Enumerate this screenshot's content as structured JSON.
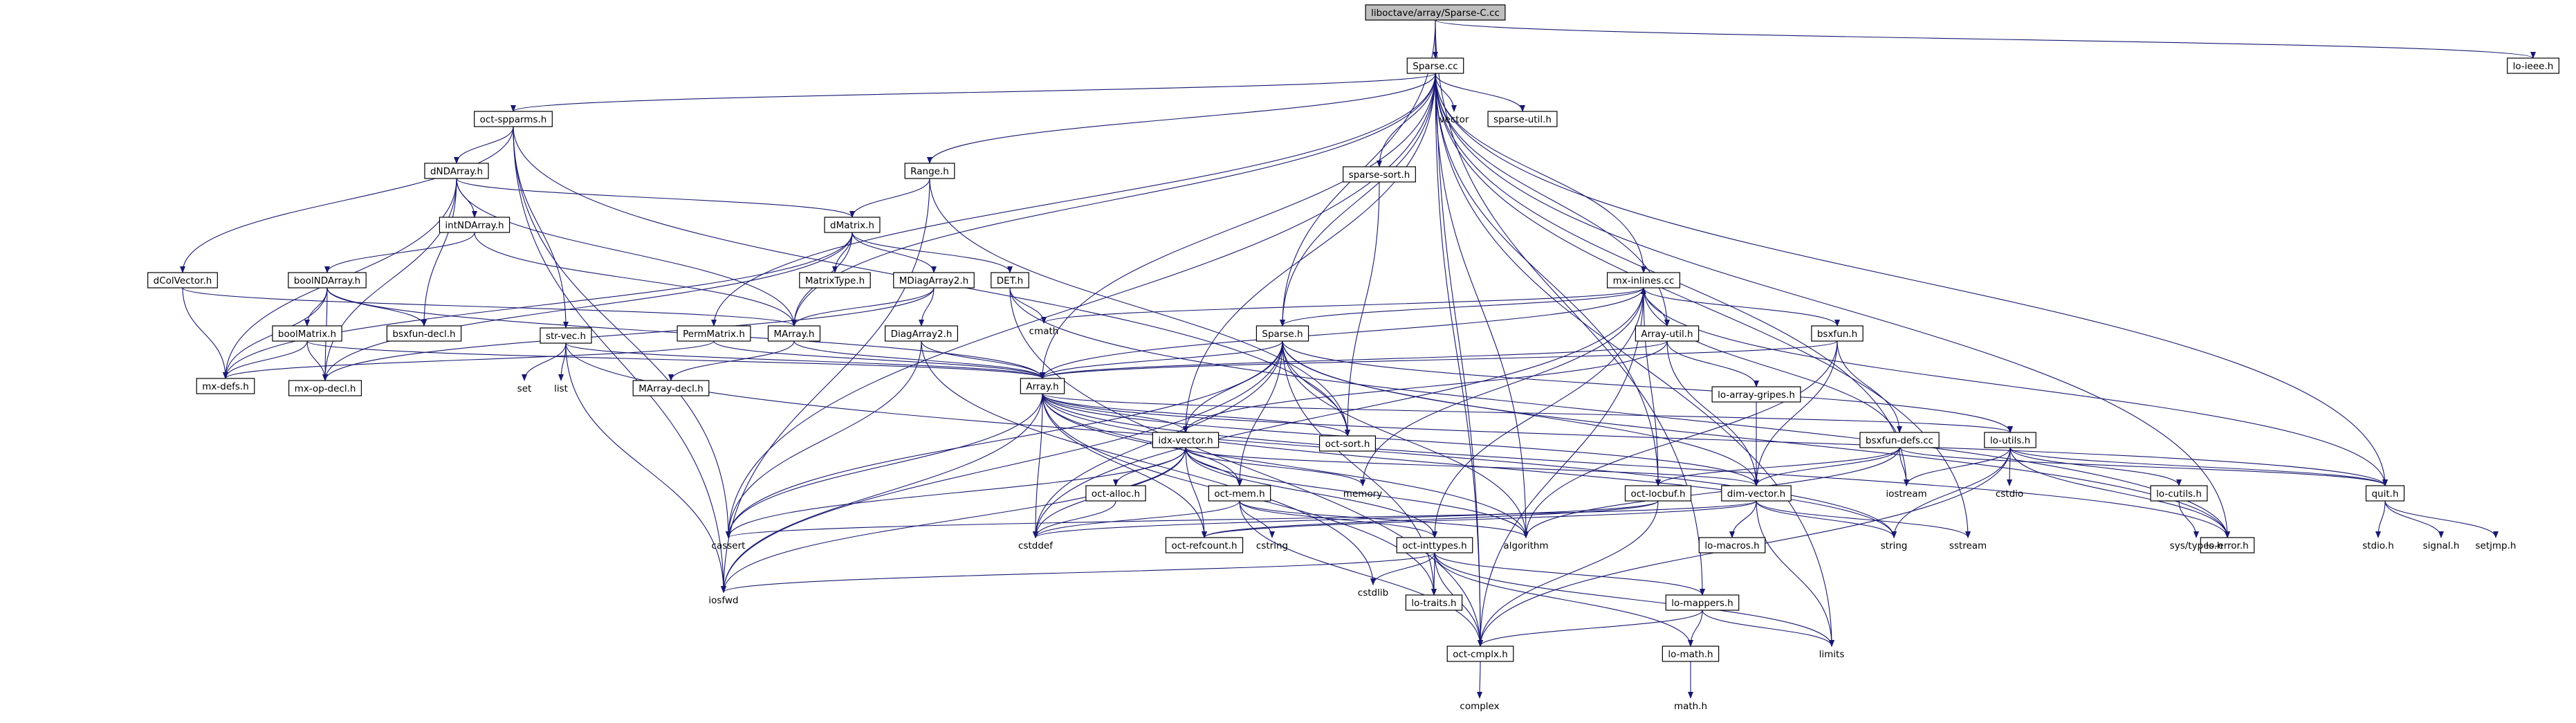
{
  "nodes": [
    {
      "id": "root",
      "label": "liboctave/array/Sparse-C.cc",
      "kind": "root"
    },
    {
      "id": "sparsecc",
      "label": "Sparse.cc",
      "kind": "box"
    },
    {
      "id": "loieee",
      "label": "lo-ieee.h",
      "kind": "box"
    },
    {
      "id": "octspparms",
      "label": "oct-spparms.h",
      "kind": "box"
    },
    {
      "id": "vector",
      "label": "vector",
      "kind": "plain"
    },
    {
      "id": "sparseutil",
      "label": "sparse-util.h",
      "kind": "box"
    },
    {
      "id": "dNDArray",
      "label": "dNDArray.h",
      "kind": "box"
    },
    {
      "id": "Range",
      "label": "Range.h",
      "kind": "box"
    },
    {
      "id": "sparsesort",
      "label": "sparse-sort.h",
      "kind": "box"
    },
    {
      "id": "intNDArray",
      "label": "intNDArray.h",
      "kind": "box"
    },
    {
      "id": "dMatrix",
      "label": "dMatrix.h",
      "kind": "box"
    },
    {
      "id": "MatrixType",
      "label": "MatrixType.h",
      "kind": "box"
    },
    {
      "id": "MDiagArray2",
      "label": "MDiagArray2.h",
      "kind": "box"
    },
    {
      "id": "DET",
      "label": "DET.h",
      "kind": "box"
    },
    {
      "id": "mxinlines",
      "label": "mx-inlines.cc",
      "kind": "box"
    },
    {
      "id": "dColVector",
      "label": "dColVector.h",
      "kind": "box"
    },
    {
      "id": "boolNDArray",
      "label": "boolNDArray.h",
      "kind": "box"
    },
    {
      "id": "cmath",
      "label": "cmath",
      "kind": "plain"
    },
    {
      "id": "boolMatrix",
      "label": "boolMatrix.h",
      "kind": "box"
    },
    {
      "id": "bsxfundecl",
      "label": "bsxfun-decl.h",
      "kind": "box"
    },
    {
      "id": "strvec",
      "label": "str-vec.h",
      "kind": "box"
    },
    {
      "id": "PermMatrix",
      "label": "PermMatrix.h",
      "kind": "box"
    },
    {
      "id": "MArray",
      "label": "MArray.h",
      "kind": "box"
    },
    {
      "id": "DiagArray2",
      "label": "DiagArray2.h",
      "kind": "box"
    },
    {
      "id": "Sparseh",
      "label": "Sparse.h",
      "kind": "box"
    },
    {
      "id": "Arrayutil",
      "label": "Array-util.h",
      "kind": "box"
    },
    {
      "id": "bsxfun",
      "label": "bsxfun.h",
      "kind": "box"
    },
    {
      "id": "mxdefs",
      "label": "mx-defs.h",
      "kind": "box"
    },
    {
      "id": "mxopdecl",
      "label": "mx-op-decl.h",
      "kind": "box"
    },
    {
      "id": "set",
      "label": "set",
      "kind": "plain"
    },
    {
      "id": "list",
      "label": "list",
      "kind": "plain"
    },
    {
      "id": "MArraydecl",
      "label": "MArray-decl.h",
      "kind": "box"
    },
    {
      "id": "Arrayh",
      "label": "Array.h",
      "kind": "box"
    },
    {
      "id": "loarraygripes",
      "label": "lo-array-gripes.h",
      "kind": "box"
    },
    {
      "id": "idxvector",
      "label": "idx-vector.h",
      "kind": "box"
    },
    {
      "id": "octsort",
      "label": "oct-sort.h",
      "kind": "box"
    },
    {
      "id": "bsxfundefs",
      "label": "bsxfun-defs.cc",
      "kind": "box"
    },
    {
      "id": "loutils",
      "label": "lo-utils.h",
      "kind": "box"
    },
    {
      "id": "octalloc",
      "label": "oct-alloc.h",
      "kind": "box"
    },
    {
      "id": "octmem",
      "label": "oct-mem.h",
      "kind": "box"
    },
    {
      "id": "memory",
      "label": "memory",
      "kind": "plain"
    },
    {
      "id": "octlocbuf",
      "label": "oct-locbuf.h",
      "kind": "box"
    },
    {
      "id": "dimvector",
      "label": "dim-vector.h",
      "kind": "box"
    },
    {
      "id": "iostream",
      "label": "iostream",
      "kind": "plain"
    },
    {
      "id": "cstdio",
      "label": "cstdio",
      "kind": "plain"
    },
    {
      "id": "locutils",
      "label": "lo-cutils.h",
      "kind": "box"
    },
    {
      "id": "quit",
      "label": "quit.h",
      "kind": "box"
    },
    {
      "id": "cassert",
      "label": "cassert",
      "kind": "plain"
    },
    {
      "id": "cstddef",
      "label": "cstddef",
      "kind": "plain"
    },
    {
      "id": "octrefcount",
      "label": "oct-refcount.h",
      "kind": "box"
    },
    {
      "id": "cstring",
      "label": "cstring",
      "kind": "plain"
    },
    {
      "id": "octinttypes",
      "label": "oct-inttypes.h",
      "kind": "box"
    },
    {
      "id": "algorithm",
      "label": "algorithm",
      "kind": "plain"
    },
    {
      "id": "lomacros",
      "label": "lo-macros.h",
      "kind": "box"
    },
    {
      "id": "string",
      "label": "string",
      "kind": "plain"
    },
    {
      "id": "sstream",
      "label": "sstream",
      "kind": "plain"
    },
    {
      "id": "loerror",
      "label": "lo-error.h",
      "kind": "box"
    },
    {
      "id": "systypes",
      "label": "sys/types.h",
      "kind": "plain"
    },
    {
      "id": "stdio",
      "label": "stdio.h",
      "kind": "plain"
    },
    {
      "id": "signal",
      "label": "signal.h",
      "kind": "plain"
    },
    {
      "id": "setjmp",
      "label": "setjmp.h",
      "kind": "plain"
    },
    {
      "id": "iosfwd",
      "label": "iosfwd",
      "kind": "plain"
    },
    {
      "id": "cstdlib",
      "label": "cstdlib",
      "kind": "plain"
    },
    {
      "id": "lotraits",
      "label": "lo-traits.h",
      "kind": "box"
    },
    {
      "id": "lomappers",
      "label": "lo-mappers.h",
      "kind": "box"
    },
    {
      "id": "limits",
      "label": "limits",
      "kind": "plain"
    },
    {
      "id": "lomath",
      "label": "lo-math.h",
      "kind": "box"
    },
    {
      "id": "octcmplx",
      "label": "oct-cmplx.h",
      "kind": "box"
    },
    {
      "id": "mathh",
      "label": "math.h",
      "kind": "plain"
    },
    {
      "id": "complex",
      "label": "complex",
      "kind": "plain"
    }
  ],
  "edges": [
    [
      "root",
      "sparsecc"
    ],
    [
      "root",
      "loieee"
    ],
    [
      "root",
      "octcmplx"
    ],
    [
      "root",
      "Sparseh"
    ],
    [
      "root",
      "lomappers"
    ],
    [
      "sparsecc",
      "octspparms"
    ],
    [
      "sparsecc",
      "vector"
    ],
    [
      "sparsecc",
      "sparseutil"
    ],
    [
      "sparsecc",
      "Range"
    ],
    [
      "sparsecc",
      "sparsesort"
    ],
    [
      "sparsecc",
      "mxinlines"
    ],
    [
      "sparsecc",
      "Sparseh"
    ],
    [
      "sparsecc",
      "Arrayutil"
    ],
    [
      "sparsecc",
      "PermMatrix"
    ],
    [
      "sparsecc",
      "MArray"
    ],
    [
      "sparsecc",
      "Arrayh"
    ],
    [
      "sparsecc",
      "idxvector"
    ],
    [
      "sparsecc",
      "octlocbuf"
    ],
    [
      "sparsecc",
      "quit"
    ],
    [
      "sparsecc",
      "iostream"
    ],
    [
      "sparsecc",
      "sstream"
    ],
    [
      "sparsecc",
      "algorithm"
    ],
    [
      "sparsecc",
      "cassert"
    ],
    [
      "sparsecc",
      "loerror"
    ],
    [
      "sparsecc",
      "limits"
    ],
    [
      "sparsecc",
      "octcmplx"
    ],
    [
      "octspparms",
      "dNDArray"
    ],
    [
      "octspparms",
      "dColVector"
    ],
    [
      "octspparms",
      "strvec"
    ],
    [
      "octspparms",
      "cassert"
    ],
    [
      "octspparms",
      "iosfwd"
    ],
    [
      "octspparms",
      "octsort"
    ],
    [
      "dNDArray",
      "intNDArray"
    ],
    [
      "dNDArray",
      "dMatrix"
    ],
    [
      "dNDArray",
      "MArray"
    ],
    [
      "dNDArray",
      "mxdefs"
    ],
    [
      "dNDArray",
      "bsxfundecl"
    ],
    [
      "dNDArray",
      "mxopdecl"
    ],
    [
      "intNDArray",
      "boolNDArray"
    ],
    [
      "intNDArray",
      "MArray"
    ],
    [
      "Range",
      "dMatrix"
    ],
    [
      "Range",
      "octsort"
    ],
    [
      "Range",
      "iosfwd"
    ],
    [
      "sparsesort",
      "octsort"
    ],
    [
      "dMatrix",
      "MatrixType"
    ],
    [
      "dMatrix",
      "MDiagArray2"
    ],
    [
      "dMatrix",
      "DET"
    ],
    [
      "dMatrix",
      "MArray"
    ],
    [
      "dMatrix",
      "mxdefs"
    ],
    [
      "dMatrix",
      "mxopdecl"
    ],
    [
      "MDiagArray2",
      "DiagArray2"
    ],
    [
      "MDiagArray2",
      "MArray"
    ],
    [
      "MDiagArray2",
      "mxopdecl"
    ],
    [
      "DET",
      "cmath"
    ],
    [
      "DET",
      "octcmplx"
    ],
    [
      "DET",
      "loerror"
    ],
    [
      "dColVector",
      "mxdefs"
    ],
    [
      "dColVector",
      "MArray"
    ],
    [
      "boolNDArray",
      "boolMatrix"
    ],
    [
      "boolNDArray",
      "mxdefs"
    ],
    [
      "boolNDArray",
      "mxopdecl"
    ],
    [
      "boolNDArray",
      "bsxfundecl"
    ],
    [
      "boolNDArray",
      "Arrayh"
    ],
    [
      "boolMatrix",
      "mxdefs"
    ],
    [
      "boolMatrix",
      "mxopdecl"
    ],
    [
      "boolMatrix",
      "Arrayh"
    ],
    [
      "strvec",
      "set"
    ],
    [
      "strvec",
      "list"
    ],
    [
      "strvec",
      "iosfwd"
    ],
    [
      "strvec",
      "Arrayh"
    ],
    [
      "strvec",
      "string"
    ],
    [
      "PermMatrix",
      "Arrayh"
    ],
    [
      "PermMatrix",
      "mxdefs"
    ],
    [
      "MArray",
      "Arrayh"
    ],
    [
      "MArray",
      "MArraydecl"
    ],
    [
      "DiagArray2",
      "Arrayh"
    ],
    [
      "DiagArray2",
      "cassert"
    ],
    [
      "DiagArray2",
      "cstdlib"
    ],
    [
      "mxinlines",
      "cstddef"
    ],
    [
      "mxinlines",
      "cmath"
    ],
    [
      "mxinlines",
      "memory"
    ],
    [
      "mxinlines",
      "quit"
    ],
    [
      "mxinlines",
      "octcmplx"
    ],
    [
      "mxinlines",
      "octlocbuf"
    ],
    [
      "mxinlines",
      "bsxfun"
    ],
    [
      "mxinlines",
      "Arrayutil"
    ],
    [
      "mxinlines",
      "Arrayh"
    ],
    [
      "mxinlines",
      "octinttypes"
    ],
    [
      "mxinlines",
      "Sparseh"
    ],
    [
      "Sparseh",
      "cassert"
    ],
    [
      "Sparseh",
      "cstddef"
    ],
    [
      "Sparseh",
      "iosfwd"
    ],
    [
      "Sparseh",
      "algorithm"
    ],
    [
      "Sparseh",
      "Arrayh"
    ],
    [
      "Sparseh",
      "dimvector"
    ],
    [
      "Sparseh",
      "loutils"
    ],
    [
      "Sparseh",
      "octsort"
    ],
    [
      "Sparseh",
      "octmem"
    ],
    [
      "Sparseh",
      "lotraits"
    ],
    [
      "Sparseh",
      "idxvector"
    ],
    [
      "Sparseh",
      "loerror"
    ],
    [
      "Arrayutil",
      "Arrayh"
    ],
    [
      "Arrayutil",
      "dimvector"
    ],
    [
      "Arrayutil",
      "loarraygripes"
    ],
    [
      "Arrayutil",
      "idxvector"
    ],
    [
      "loarraygripes",
      "dimvector"
    ],
    [
      "bsxfun",
      "algorithm"
    ],
    [
      "bsxfun",
      "dimvector"
    ],
    [
      "bsxfun",
      "bsxfundefs"
    ],
    [
      "bsxfun",
      "Arrayh"
    ],
    [
      "bsxfundefs",
      "quit"
    ],
    [
      "bsxfundefs",
      "octlocbuf"
    ],
    [
      "bsxfundefs",
      "dimvector"
    ],
    [
      "bsxfundefs",
      "iostream"
    ],
    [
      "bsxfundefs",
      "algorithm"
    ],
    [
      "bsxfundefs",
      "mxinlines"
    ],
    [
      "Arrayh",
      "cassert"
    ],
    [
      "Arrayh",
      "cstddef"
    ],
    [
      "Arrayh",
      "algorithm"
    ],
    [
      "Arrayh",
      "iosfwd"
    ],
    [
      "Arrayh",
      "dimvector"
    ],
    [
      "Arrayh",
      "idxvector"
    ],
    [
      "Arrayh",
      "lotraits"
    ],
    [
      "Arrayh",
      "loutils"
    ],
    [
      "Arrayh",
      "octsort"
    ],
    [
      "Arrayh",
      "quit"
    ],
    [
      "Arrayh",
      "octmem"
    ],
    [
      "Arrayh",
      "octrefcount"
    ],
    [
      "Arrayh",
      "loerror"
    ],
    [
      "Arrayh",
      "string"
    ],
    [
      "idxvector",
      "cstddef"
    ],
    [
      "idxvector",
      "cassert"
    ],
    [
      "idxvector",
      "iosfwd"
    ],
    [
      "idxvector",
      "memory"
    ],
    [
      "idxvector",
      "dimvector"
    ],
    [
      "idxvector",
      "octinttypes"
    ],
    [
      "idxvector",
      "octalloc"
    ],
    [
      "idxvector",
      "octmem"
    ],
    [
      "idxvector",
      "octrefcount"
    ],
    [
      "idxvector",
      "algorithm"
    ],
    [
      "octalloc",
      "cstddef"
    ],
    [
      "octmem",
      "cstddef"
    ],
    [
      "octmem",
      "cstring"
    ],
    [
      "octmem",
      "algorithm"
    ],
    [
      "octmem",
      "octcmplx"
    ],
    [
      "octmem",
      "octinttypes"
    ],
    [
      "loutils",
      "cstdio"
    ],
    [
      "loutils",
      "iostream"
    ],
    [
      "loutils",
      "string"
    ],
    [
      "loutils",
      "locutils"
    ],
    [
      "loutils",
      "octcmplx"
    ],
    [
      "loutils",
      "quit"
    ],
    [
      "loutils",
      "loerror"
    ],
    [
      "locutils",
      "systypes"
    ],
    [
      "quit",
      "stdio"
    ],
    [
      "quit",
      "signal"
    ],
    [
      "quit",
      "setjmp"
    ],
    [
      "octlocbuf",
      "cstddef"
    ],
    [
      "octlocbuf",
      "octcmplx"
    ],
    [
      "octlocbuf",
      "octrefcount"
    ],
    [
      "dimvector",
      "cassert"
    ],
    [
      "dimvector",
      "limits"
    ],
    [
      "dimvector",
      "lomacros"
    ],
    [
      "dimvector",
      "sstream"
    ],
    [
      "dimvector",
      "string"
    ],
    [
      "dimvector",
      "octrefcount"
    ],
    [
      "octinttypes",
      "cstdlib"
    ],
    [
      "octinttypes",
      "limits"
    ],
    [
      "octinttypes",
      "iosfwd"
    ],
    [
      "octinttypes",
      "lomath"
    ],
    [
      "octinttypes",
      "lomappers"
    ],
    [
      "octinttypes",
      "octcmplx"
    ],
    [
      "octinttypes",
      "lotraits"
    ],
    [
      "lomappers",
      "limits"
    ],
    [
      "lomappers",
      "lomath"
    ],
    [
      "lomappers",
      "octcmplx"
    ],
    [
      "lomath",
      "mathh"
    ],
    [
      "octcmplx",
      "complex"
    ]
  ]
}
